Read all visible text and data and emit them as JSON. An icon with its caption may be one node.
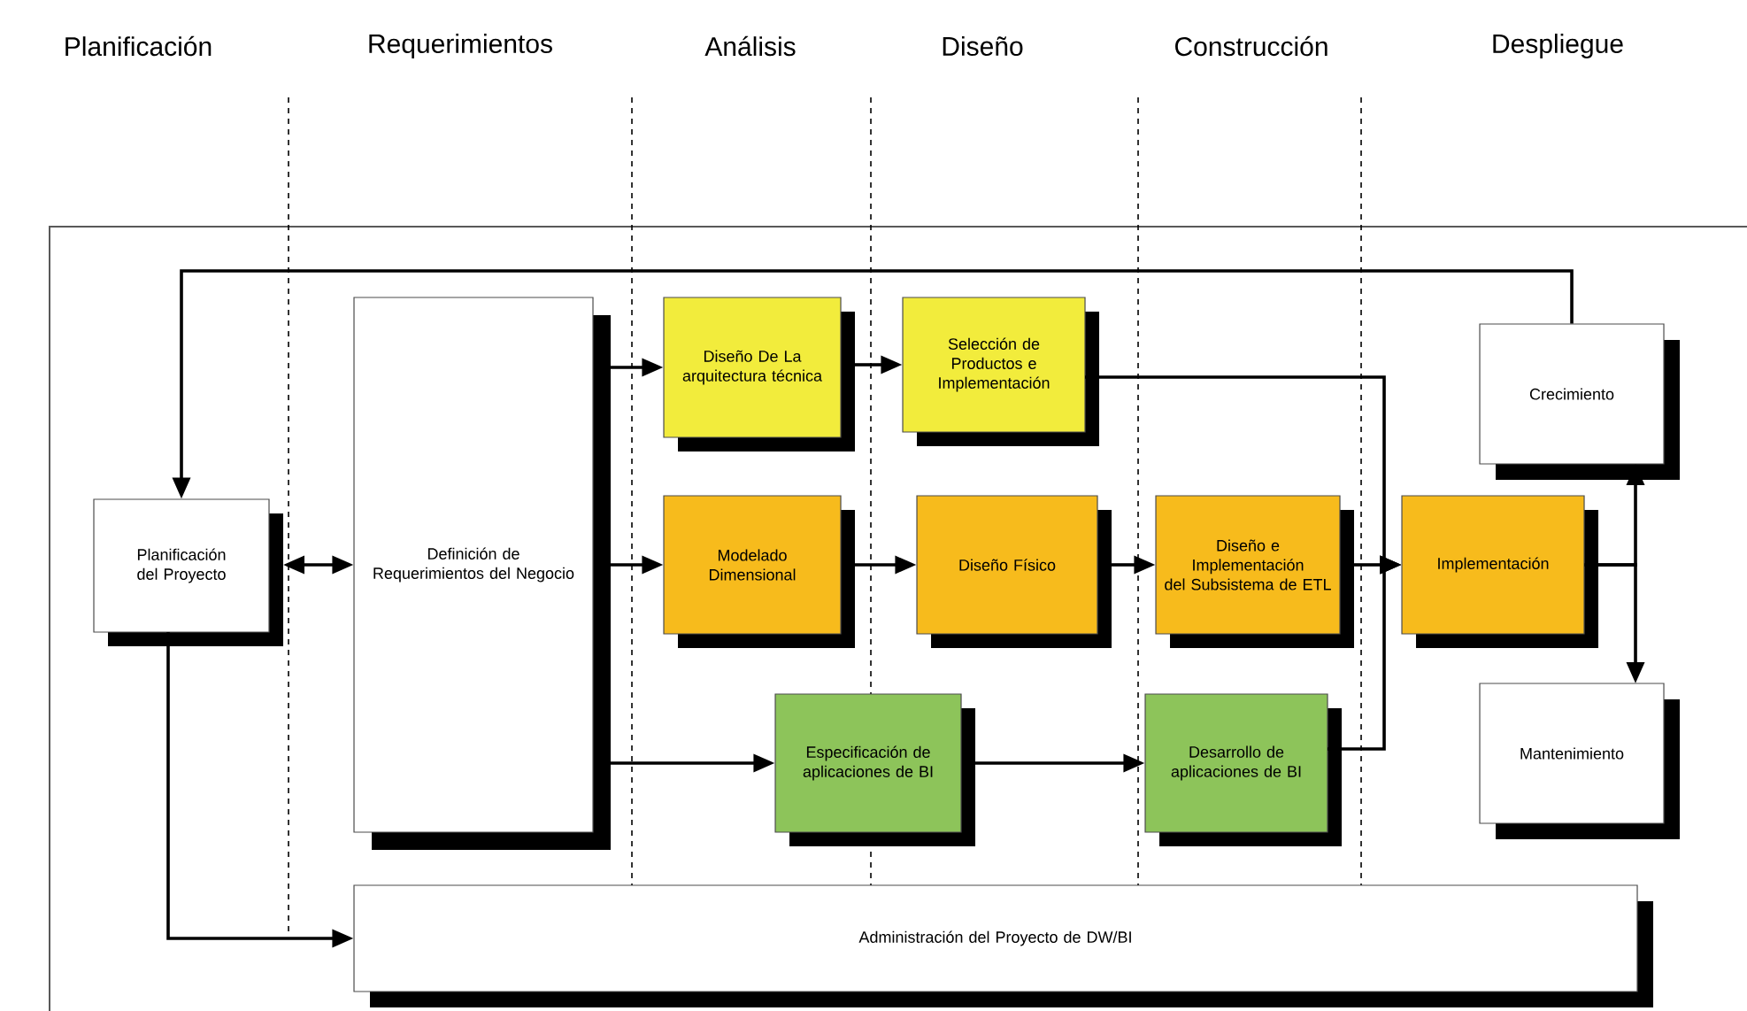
{
  "diagram": {
    "nodes": [
      {
        "text": [
          "Planificación del Proyecto"
        ]
      },
      {
        "text": [
          "Definición de Requerimientos del Negocio"
        ]
      },
      {
        "text": [
          "Diseño De La arquitectura técnica"
        ]
      },
      {
        "text": [
          "Selección de Productos e Implementación"
        ]
      },
      {
        "text": [
          "Crecimiento"
        ]
      },
      {
        "text": [
          "Modelado Dimensional"
        ]
      },
      {
        "text": [
          "Diseño Físico"
        ]
      },
      {
        "text": [
          "Diseño e Implementación del Subsistema de ETL"
        ]
      },
      {
        "text": [
          "Implementación"
        ]
      },
      {
        "text": [
          "Especificación de aplicaciones de BI"
        ]
      },
      {
        "text": [
          "Desarrollo de aplicaciones de BI"
        ]
      },
      {
        "text": [
          "Mantenimiento"
        ]
      },
      {
        "text": [
          "Administración del Proyecto de DW/BI"
        ]
      }
    ],
    "edges": [
      {
        "from": 4,
        "to": 0,
        "arrow": "to"
      },
      {
        "from": 0,
        "to": 1,
        "arrow": "both"
      },
      {
        "from": 1,
        "to": 2,
        "arrow": "to"
      },
      {
        "from": 1,
        "to": 5,
        "arrow": "to"
      },
      {
        "from": 1,
        "to": 9,
        "arrow": "to"
      },
      {
        "from": 2,
        "to": 3,
        "arrow": "to"
      },
      {
        "from": 5,
        "to": 6,
        "arrow": "to"
      },
      {
        "from": 6,
        "to": 7,
        "arrow": "to"
      },
      {
        "from": 7,
        "to": 8,
        "arrow": "to"
      },
      {
        "from": 3,
        "to": 8,
        "arrow": "to"
      },
      {
        "from": 9,
        "to": 10,
        "arrow": "to"
      },
      {
        "from": 10,
        "to": 8,
        "arrow": "to"
      },
      {
        "from": 8,
        "to": 4,
        "arrow": "to"
      },
      {
        "from": 8,
        "to": 11,
        "arrow": "to"
      },
      {
        "from": 0,
        "to": 12,
        "arrow": "to"
      }
    ],
    "labels": [
      "Planificación",
      "Requerimientos",
      "Análisis",
      "Diseño",
      "Construcción",
      "Despliegue"
    ]
  }
}
